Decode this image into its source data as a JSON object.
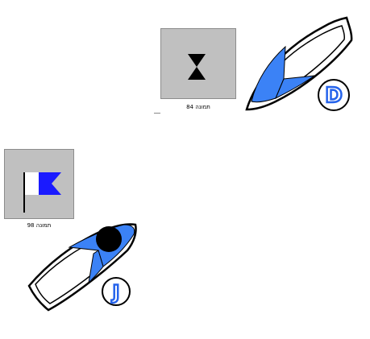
{
  "figures": [
    {
      "id": "d",
      "caption": "תמונה 84",
      "signal_icon": "hourglass-icon",
      "boat_letter": "D",
      "colors": {
        "card": "#c0c0c0",
        "signal": "#000000",
        "sail": "#3b82f6",
        "letter": "#2563eb"
      }
    },
    {
      "id": "j",
      "caption": "תמונה 98",
      "signal_icon": "flag-icon",
      "boat_letter": "J",
      "colors": {
        "card": "#c0c0c0",
        "flag_blue": "#1a1aff",
        "flag_white": "#ffffff",
        "sail": "#3b82f6",
        "ball": "#000000",
        "letter": "#2563eb"
      }
    }
  ]
}
